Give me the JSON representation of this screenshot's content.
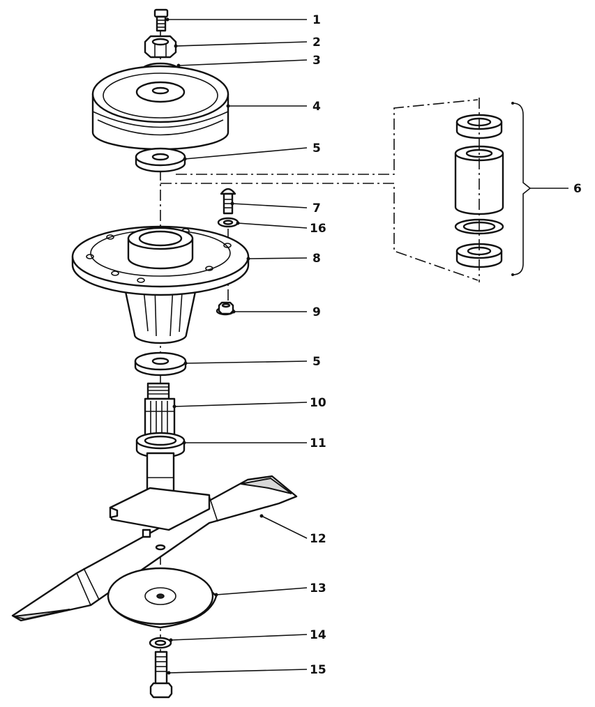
{
  "callouts": [
    "1",
    "2",
    "3",
    "4",
    "5",
    "6",
    "7",
    "16",
    "8",
    "9",
    "5",
    "10",
    "11",
    "12",
    "13",
    "14",
    "15"
  ],
  "colors": {
    "line": "#111111",
    "paper": "#ffffff",
    "shade": "#d8d8d8"
  }
}
